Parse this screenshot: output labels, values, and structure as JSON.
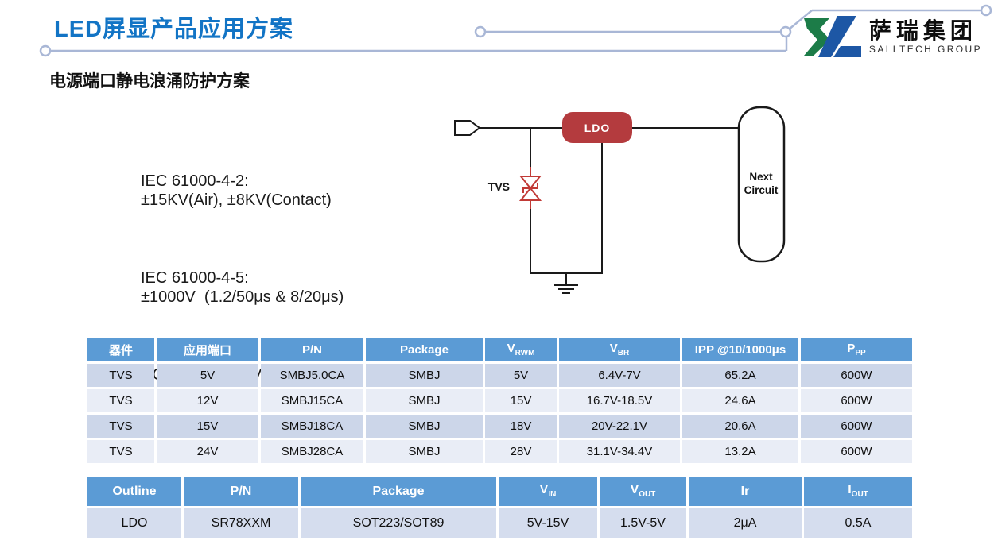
{
  "page": {
    "title": "LED屏显产品应用方案",
    "subtitle": "电源端口静电浪涌防护方案"
  },
  "logo": {
    "company_cn": "萨瑞集团",
    "company_en": "SALLTECH GROUP"
  },
  "specs": {
    "esd_line1": "IEC 61000-4-2:",
    "esd_line2": "±15KV(Air), ±8KV(Contact)",
    "surge_line1": "IEC 61000-4-5:",
    "surge_line2": "±1000V  (1.2/50μs & 8/20μs)",
    "dc_line": "DC:  5V/12V/15V/24V"
  },
  "diagram": {
    "tvs_label": "TVS",
    "ldo_label": "LDO",
    "next_circuit_line1": "Next",
    "next_circuit_line2": "Circuit"
  },
  "colors": {
    "title_blue": "#1274c5",
    "trace_gray_blue": "#a9b7d6",
    "table_header_blue": "#5b9bd5",
    "row_band_dark": "#ccd6e9",
    "row_band_light": "#e9edf6",
    "ldo_row": "#d5ddee",
    "ldo_red": "#b43b3e",
    "tvs_red": "#c13a36",
    "logo_green": "#1c7c48",
    "logo_blue": "#1d57a5"
  },
  "tables": {
    "tvs": {
      "headers": [
        {
          "base": "器件"
        },
        {
          "base": "应用端口"
        },
        {
          "base": "P/N"
        },
        {
          "base": "Package"
        },
        {
          "base": "V",
          "sub": "RWM"
        },
        {
          "base": "V",
          "sub": "BR"
        },
        {
          "base": "IPP @10/1000μs"
        },
        {
          "base": "P",
          "sub": "PP"
        }
      ],
      "rows": [
        [
          "TVS",
          "5V",
          "SMBJ5.0CA",
          "SMBJ",
          "5V",
          "6.4V-7V",
          "65.2A",
          "600W"
        ],
        [
          "TVS",
          "12V",
          "SMBJ15CA",
          "SMBJ",
          "15V",
          "16.7V-18.5V",
          "24.6A",
          "600W"
        ],
        [
          "TVS",
          "15V",
          "SMBJ18CA",
          "SMBJ",
          "18V",
          "20V-22.1V",
          "20.6A",
          "600W"
        ],
        [
          "TVS",
          "24V",
          "SMBJ28CA",
          "SMBJ",
          "28V",
          "31.1V-34.4V",
          "13.2A",
          "600W"
        ]
      ]
    },
    "ldo": {
      "headers": [
        {
          "base": "Outline"
        },
        {
          "base": "P/N"
        },
        {
          "base": "Package"
        },
        {
          "base": "V",
          "sub": "IN"
        },
        {
          "base": "V",
          "sub": "OUT"
        },
        {
          "base": "Ir"
        },
        {
          "base": "I",
          "sub": "OUT"
        }
      ],
      "rows": [
        [
          "LDO",
          "SR78XXM",
          "SOT223/SOT89",
          "5V-15V",
          "1.5V-5V",
          "2μA",
          "0.5A"
        ]
      ]
    }
  }
}
